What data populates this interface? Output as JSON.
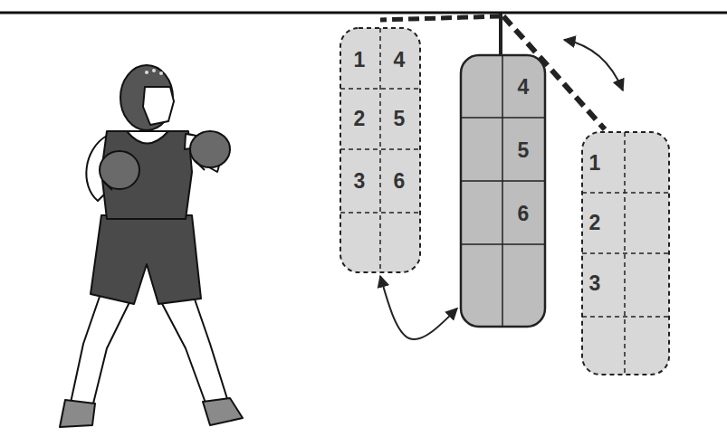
{
  "diagram": {
    "nodes": [
      {
        "text": [
          "1",
          "4",
          "2",
          "5",
          "3",
          "6"
        ]
      },
      {
        "text": [
          "4",
          "5",
          "6"
        ]
      },
      {
        "text": [
          "1",
          "2",
          "3"
        ]
      }
    ],
    "edges": [
      {
        "from": 0,
        "to": 1,
        "arrow": "both"
      }
    ]
  }
}
